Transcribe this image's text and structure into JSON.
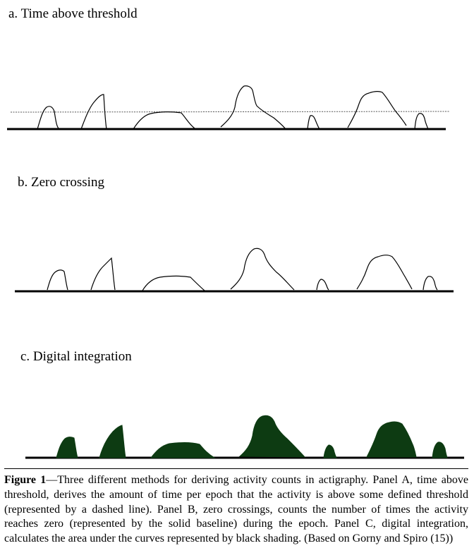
{
  "panels": [
    {
      "label": "a. Time above threshold"
    },
    {
      "label": "b. Zero crossing"
    },
    {
      "label": "c. Digital integration"
    }
  ],
  "colors": {
    "line": "#000000",
    "fill": "#0d3b12",
    "threshold": "#555555"
  },
  "caption": {
    "figure_label": "Figure 1",
    "text": "—Three different methods for deriving activity counts in actigraphy. Panel A, time above threshold, derives the amount of time per epoch that the activity is above some defined threshold (represented by a dashed line). Panel B, zero crossings, counts the number of times the activity reaches zero (represented by the solid baseline) during the epoch. Panel C, digital integration, calculates the area under the curves represented by black shading. (Based on Gorny and Spiro (15))"
  }
}
